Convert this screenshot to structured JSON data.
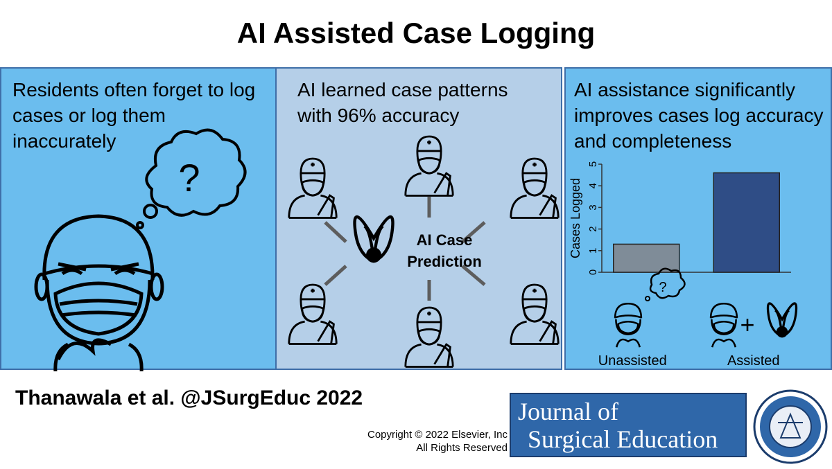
{
  "header": {
    "title": "AI Assisted Case Logging"
  },
  "panel_left": {
    "text": "Residents often forget to log\ncases or log them\ninaccurately",
    "question_mark": "?"
  },
  "panel_middle": {
    "text": "AI learned case patterns\nwith 96% accuracy",
    "center_label_line1": "AI Case",
    "center_label_line2": "Prediction"
  },
  "panel_right": {
    "text": "AI assistance significantly\nimproves cases log accuracy\nand completeness",
    "plus_sign": "+"
  },
  "chart_data": {
    "type": "bar",
    "categories": [
      "Unassisted",
      "Assisted"
    ],
    "values": [
      1.3,
      4.6
    ],
    "ylabel": "Cases Logged",
    "xlabel": "",
    "ylim": [
      0,
      5
    ],
    "yticks": [
      "0",
      "1",
      "2",
      "3",
      "4",
      "5"
    ],
    "colors": [
      "#7f8c98",
      "#2f4d86"
    ],
    "small_question_mark": "?"
  },
  "footer": {
    "citation": "Thanawala et al. @JSurgEduc 2022",
    "copyright_line1": "Copyright © 2022  Elsevier, Inc",
    "copyright_line2": "All Rights Reserved",
    "journal_line1": "Journal of",
    "journal_line2": "Surgical Education"
  },
  "colors": {
    "panel_blue": "#6bbdee",
    "panel_light": "#b5cfe8",
    "border": "#3f6ea8"
  }
}
